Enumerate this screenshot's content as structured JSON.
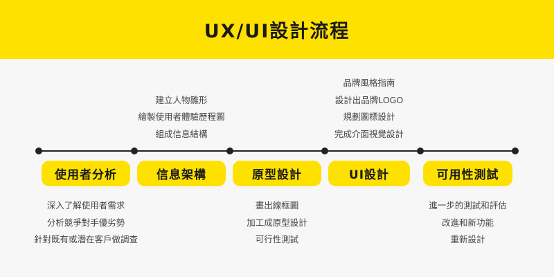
{
  "title": "UX/UI設計流程",
  "colors": {
    "accent": "#ffe100",
    "background": "#f7f7f7",
    "line": "#222222"
  },
  "steps": [
    {
      "label": "使用者分析",
      "above": [],
      "below": [
        "深入了解使用者需求",
        "分析競爭對手優劣勢",
        "針對既有或潛在客戶做調查"
      ]
    },
    {
      "label": "信息架構",
      "above": [
        "建立人物雛形",
        "繪製使用者體驗歷程圖",
        "組成信息結構"
      ],
      "below": []
    },
    {
      "label": "原型設計",
      "above": [],
      "below": [
        "畫出線框圖",
        "加工成原型設計",
        "可行性測試"
      ]
    },
    {
      "label": "UI設計",
      "above": [
        "品牌風格指南",
        "設計出品牌LOGO",
        "規劃圖標設計",
        "完成介面視覺設計"
      ],
      "below": []
    },
    {
      "label": "可用性測試",
      "above": [],
      "below": [
        "進一步的測試和評估",
        "改進和新功能",
        "重新設計"
      ]
    }
  ]
}
